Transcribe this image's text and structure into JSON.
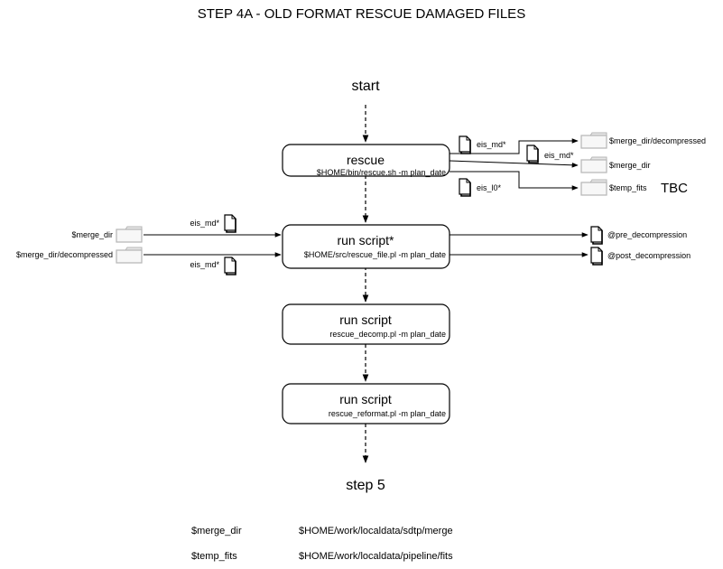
{
  "title": "STEP 4A - OLD FORMAT RESCUE DAMAGED FILES",
  "start_label": "start",
  "end_label": "step 5",
  "boxes": {
    "rescue": {
      "title": "rescue",
      "command": "$HOME/bin/rescue.sh -m plan_date"
    },
    "run1": {
      "title": "run script*",
      "command": "$HOME/src/rescue_file.pl -m plan_date"
    },
    "run2": {
      "title": "run script",
      "command": "rescue_decomp.pl -m plan_date"
    },
    "run3": {
      "title": "run script",
      "command": "rescue_reformat.pl -m plan_date"
    }
  },
  "rescue_outputs": {
    "file1": "eis_md*",
    "file2": "eis_md*",
    "file3": "eis_l0*",
    "dest1": "$merge_dir/decompressed",
    "dest2": "$merge_dir",
    "dest3": "$temp_fits",
    "note": "TBC"
  },
  "run1_inputs": {
    "src1": "$merge_dir",
    "src2": "$merge_dir/decompressed",
    "file1": "eis_md*",
    "file2": "eis_md*"
  },
  "run1_outputs": {
    "out1": "@pre_decompression",
    "out2": "@post_decompression"
  },
  "legend": [
    {
      "name": "$merge_dir",
      "path": "$HOME/work/localdata/sdtp/merge"
    },
    {
      "name": "$temp_fits",
      "path": "$HOME/work/localdata/pipeline/fits"
    }
  ]
}
